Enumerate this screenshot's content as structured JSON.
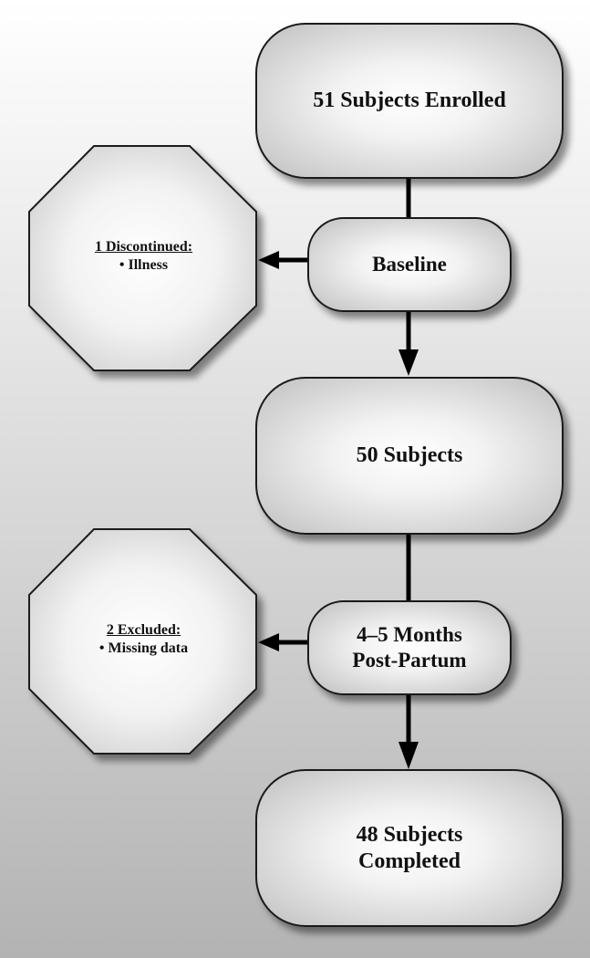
{
  "nodes": {
    "enrolled": "51 Subjects Enrolled",
    "baseline": "Baseline",
    "subjects50": "50 Subjects",
    "postpartum": "4–5 Months\nPost-Partum",
    "completed": "48 Subjects\nCompleted"
  },
  "exclusions": {
    "discontinued": {
      "heading": "1 Discontinued:",
      "reason": "• Illness"
    },
    "excluded": {
      "heading": "2 Excluded:",
      "reason": "• Missing data"
    }
  }
}
